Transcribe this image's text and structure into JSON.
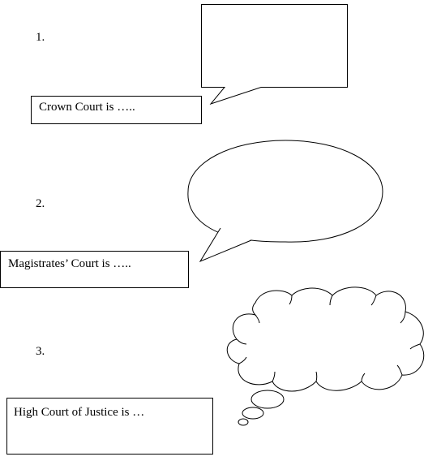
{
  "items": [
    {
      "number": "1.",
      "prompt": "Crown Court is …..",
      "bubble": "speech-rectangle"
    },
    {
      "number": "2.",
      "prompt": "Magistrates’ Court is …..",
      "bubble": "speech-oval"
    },
    {
      "number": "3.",
      "prompt": "High Court of Justice is …",
      "bubble": "thought-cloud"
    }
  ]
}
